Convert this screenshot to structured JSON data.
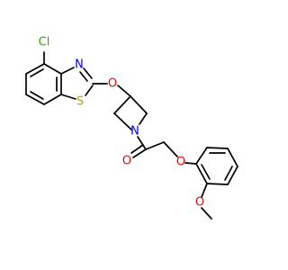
{
  "atoms": {
    "cl": {
      "label": "Cl",
      "color": "#33aa00"
    },
    "n_thiazole": {
      "label": "N",
      "color": "#0000ff"
    },
    "s_thiazole": {
      "label": "S",
      "color": "#b8a000"
    },
    "o_ether1": {
      "label": "O",
      "color": "#ff0000"
    },
    "n_azetidine": {
      "label": "N",
      "color": "#0000ff"
    },
    "o_carbonyl": {
      "label": "O",
      "color": "#ff0000"
    },
    "o_ether2": {
      "label": "O",
      "color": "#ff0000"
    },
    "o_methoxy": {
      "label": "O",
      "color": "#ff0000"
    }
  }
}
